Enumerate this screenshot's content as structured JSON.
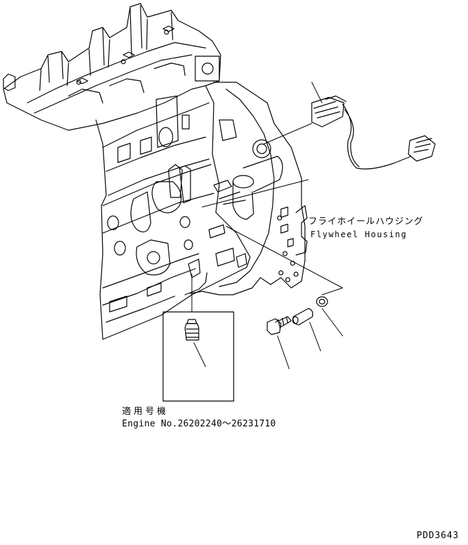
{
  "flywheel_housing": {
    "name_jp": "フライホイールハウジング",
    "name_en": "Flywheel Housing"
  },
  "applicability": {
    "label_jp": "適用号機",
    "engine_range": "Engine No.26202240～26231710"
  },
  "drawing_code": "PDD3643",
  "colors": {
    "line": "#000000",
    "background": "#ffffff"
  }
}
